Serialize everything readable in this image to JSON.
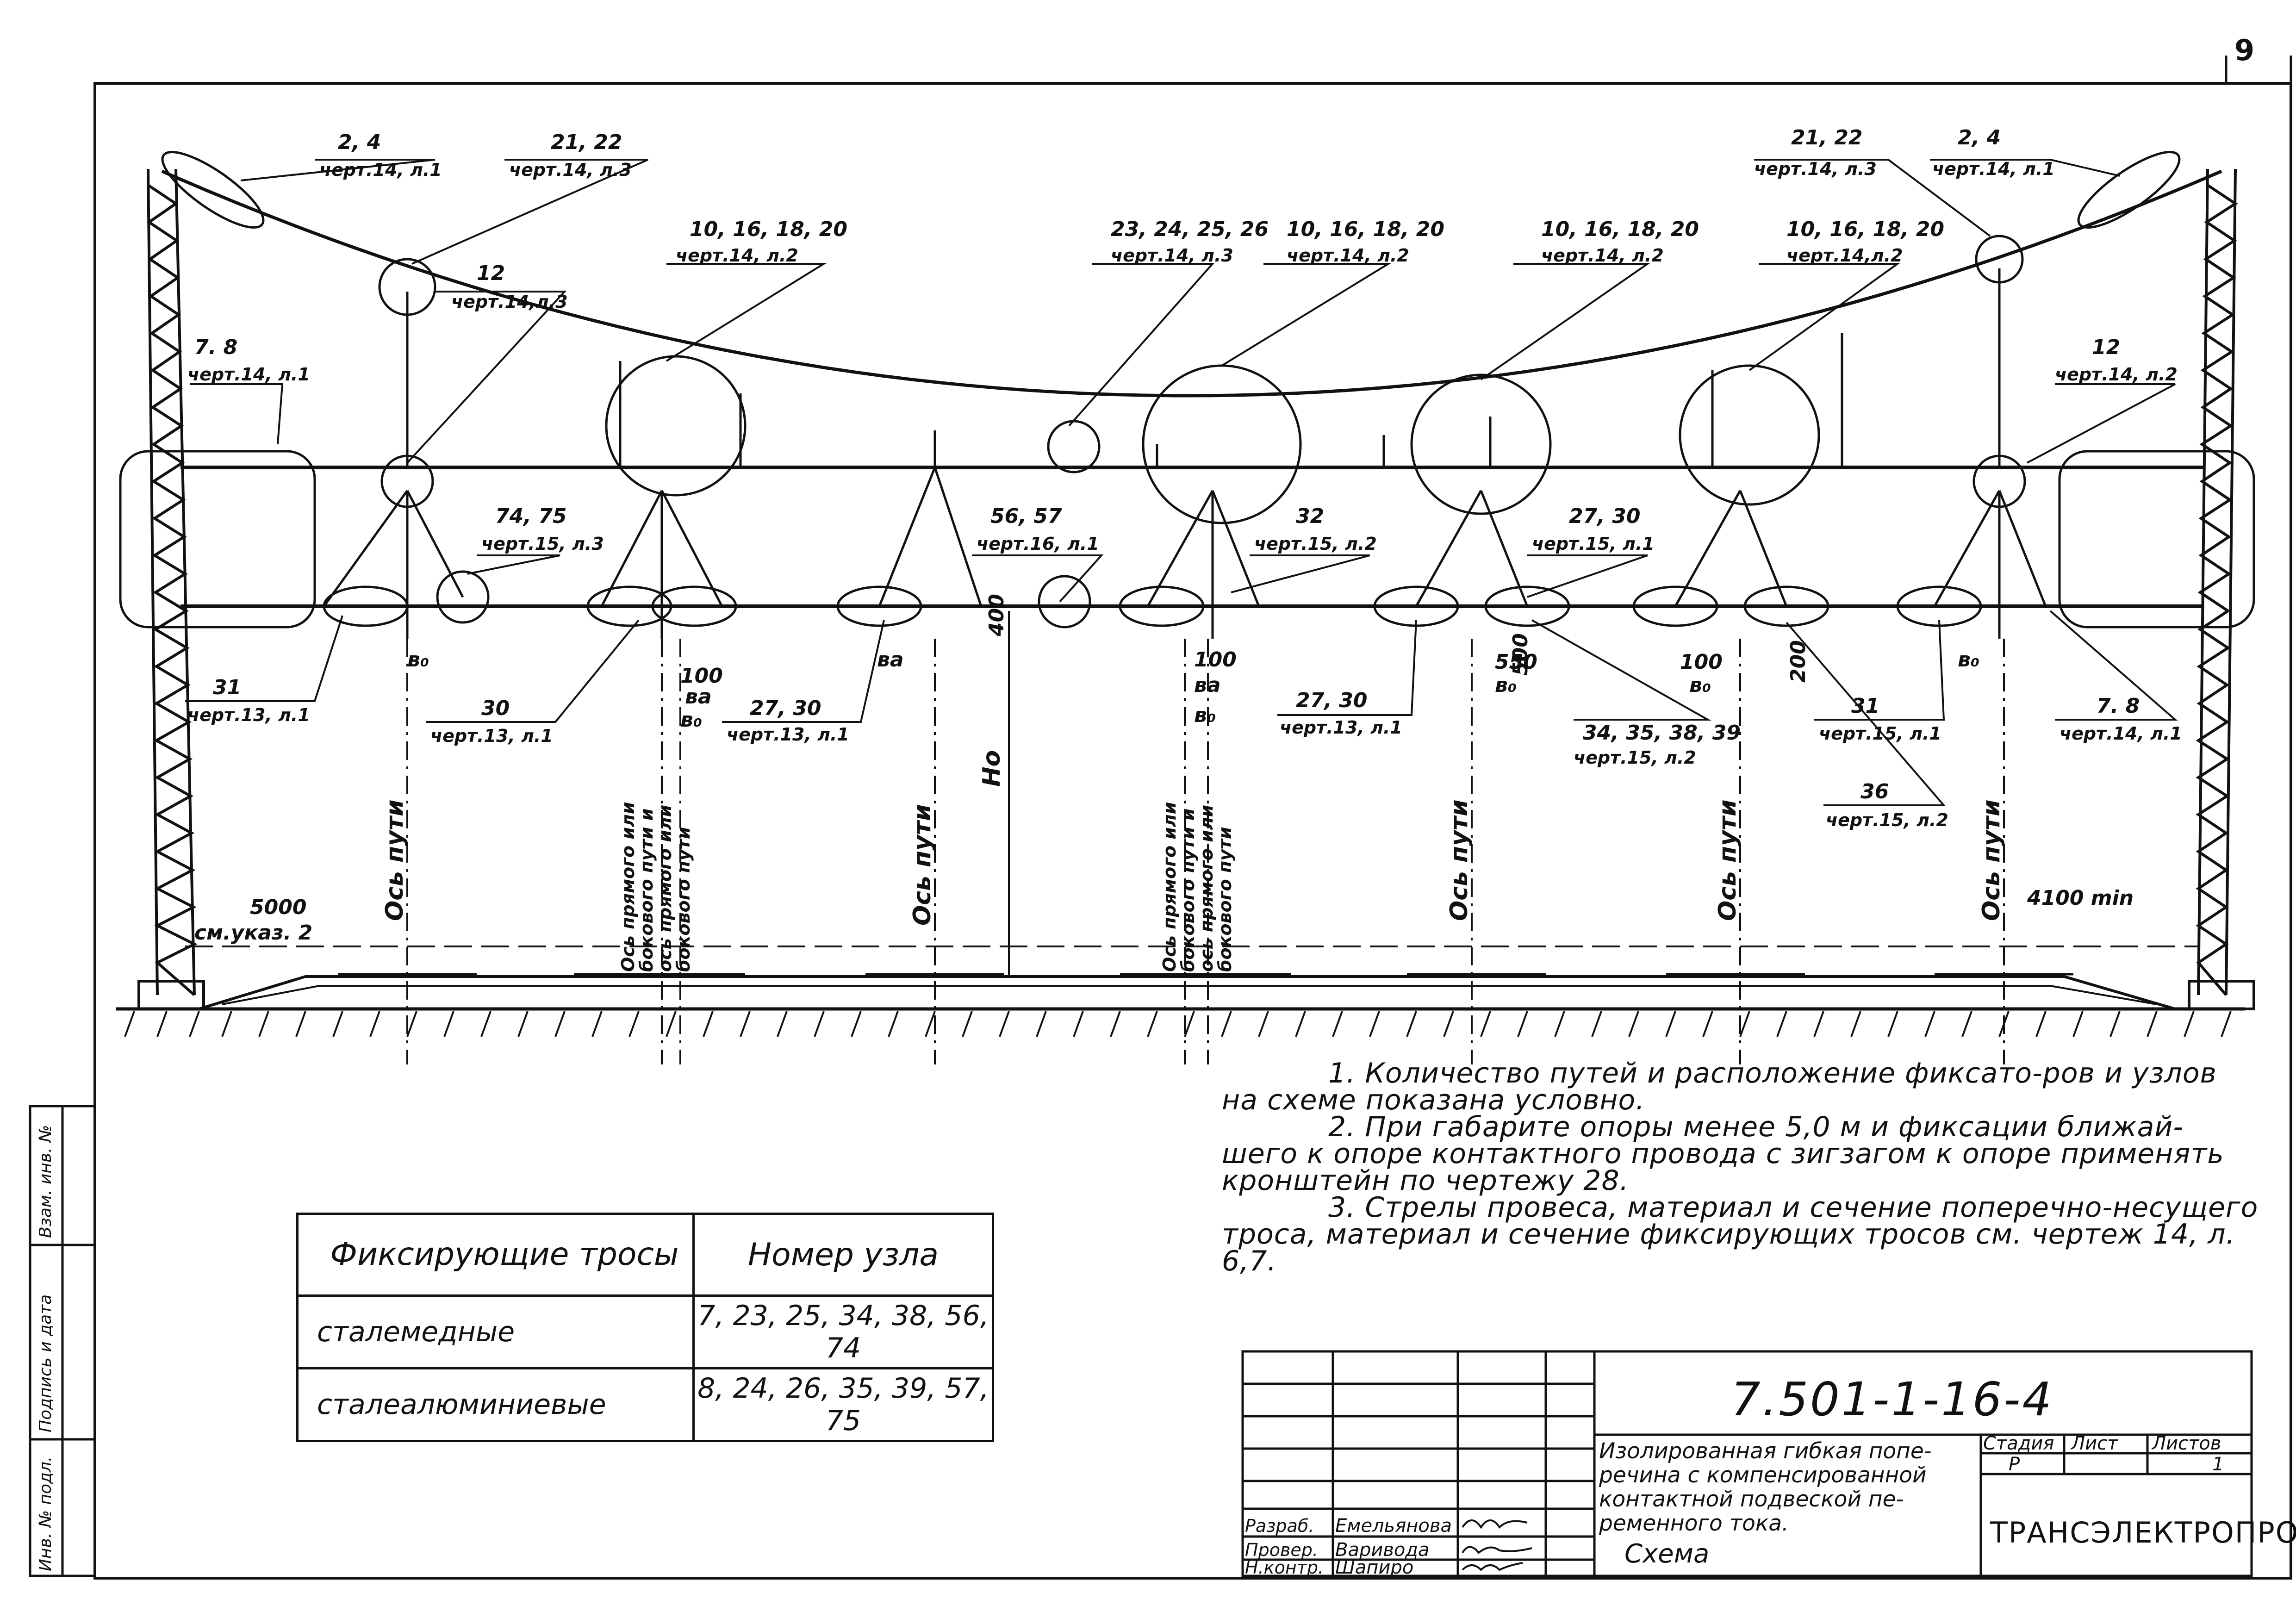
{
  "sheet_number": "9",
  "callouts_top": [
    {
      "num": "2, 4",
      "ref": "черт.14, л.1"
    },
    {
      "num": "21, 22",
      "ref": "черт.14, л.3"
    },
    {
      "num": "12",
      "ref": "черт.14,л.3"
    },
    {
      "num": "10, 16, 18, 20",
      "ref": "черт.14, л.2"
    },
    {
      "num": "23, 24, 25, 26",
      "ref": "черт.14, л.3"
    },
    {
      "num": "10, 16, 18, 20",
      "ref": "черт.14, л.2"
    },
    {
      "num": "10, 16, 18, 20",
      "ref": "черт.14, л.2"
    },
    {
      "num": "10, 16, 18, 20",
      "ref": "черт.14,л.2"
    },
    {
      "num": "21, 22",
      "ref": "черт.14, л.3"
    },
    {
      "num": "2, 4",
      "ref": "черт.14, л.1"
    },
    {
      "num": "7. 8",
      "ref": "черт.14, л.1"
    },
    {
      "num": "12",
      "ref": "черт.14, л.2"
    },
    {
      "num": "74, 75",
      "ref": "черт.15, л.3"
    },
    {
      "num": "56, 57",
      "ref": "черт.16, л.1"
    },
    {
      "num": "32",
      "ref": "черт.15, л.2"
    },
    {
      "num": "27, 30",
      "ref": "черт.15, л.1"
    }
  ],
  "callouts_bottom": [
    {
      "num": "31",
      "ref": "черт.13, л.1"
    },
    {
      "num": "30",
      "ref": "черт.13, л.1"
    },
    {
      "num": "27, 30",
      "ref": "черт.13, л.1"
    },
    {
      "num": "27, 30",
      "ref": "черт.13, л.1"
    },
    {
      "num": "34, 35, 38, 39",
      "ref": "черт.15, л.2"
    },
    {
      "num": "31",
      "ref": "черт.15, л.1"
    },
    {
      "num": "36",
      "ref": "черт.15, л.2"
    },
    {
      "num": "7. 8",
      "ref": "черт.14, л.1"
    }
  ],
  "dimensions": {
    "b0": "в₀",
    "ba": "ва",
    "d100": "100",
    "d400": "400",
    "d550": "550",
    "d500": "500",
    "d200": "200",
    "h0": "Но",
    "d5000": "5000",
    "see_note": "см.указ.  2",
    "d4100": "4100 min"
  },
  "axis_labels": {
    "track_axis": "Ось пути",
    "straight_or_side": [
      "Ось прямого или",
      "бокового пути и",
      "ось прямого или",
      "бокового пути"
    ]
  },
  "notes": [
    "1. Количество путей и расположение фиксато-ров и узлов на схеме показана условно.",
    "2. При габарите опоры менее 5,0 м и фиксации ближай-шего к опоре контактного провода с зигзагом к опоре применять кронштейн по чертежу 28.",
    "3. Стрелы провеса, материал и сечение поперечно-несущего троса, материал и сечение фиксирующих тросов см. чертеж 14, л. 6,7."
  ],
  "fix_table": {
    "headers": [
      "Фиксирующие тросы",
      "Номер узла"
    ],
    "rows": [
      [
        "сталемедные",
        "7, 23, 25, 34, 38, 56, 74"
      ],
      [
        "сталеалюминиевые",
        "8, 24, 26, 35, 39, 57, 75"
      ]
    ]
  },
  "title_block": {
    "doc_code": "7.501-1-16-4",
    "description": "Изолированная гибкая попе-речина с компенсированной контактной подвеской пе-ременного тока.",
    "kind": "Схема",
    "stage_header": "Стадия",
    "sheet_header": "Лист",
    "sheets_header": "Листов",
    "stage": "Р",
    "sheet": "",
    "sheets": "1",
    "org": "ТРАНСЭЛЕКТРОПРОЕКТ",
    "roles": [
      "Разраб.",
      "Провер.",
      "Н.контр."
    ],
    "names": [
      "Емельянова",
      "Варивода",
      "Шапиро"
    ]
  },
  "side_labels": [
    "Инв. № подл.",
    "Подпись и дата",
    "Взам. инв. №"
  ]
}
